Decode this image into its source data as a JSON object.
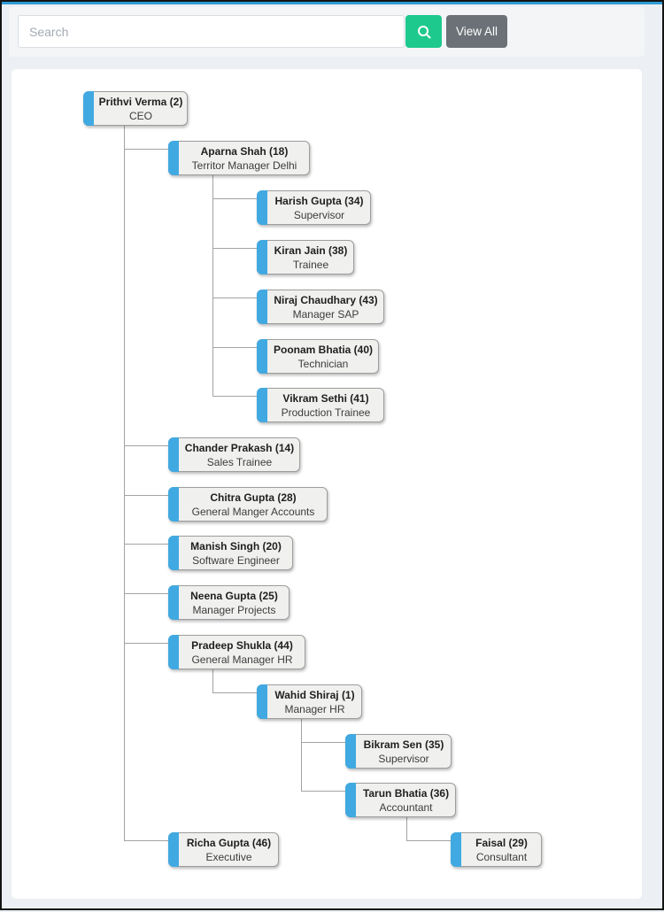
{
  "toolbar": {
    "search_placeholder": "Search",
    "view_all_label": "View All"
  },
  "colors": {
    "top_strip": "#2e9bd6",
    "accent_blue": "#41a9e1",
    "button_green": "#1ec98e",
    "button_gray": "#6b7177",
    "card_bg": "#f0f0ee",
    "card_border": "#9e9e9e",
    "connector": "#a3a3a3",
    "page_bg": "#eceff3",
    "toolbar_bg": "#f4f5f7",
    "panel_bg": "#ffffff"
  },
  "org_chart": {
    "levels_x": [
      92,
      188,
      288,
      388,
      507
    ],
    "rows_y": [
      101,
      157,
      213,
      269,
      325,
      381,
      436,
      492,
      548,
      603,
      659,
      715,
      771,
      827,
      882,
      938
    ],
    "nodes": [
      {
        "name": "Prithvi Verma (2)",
        "title": "CEO",
        "level": 0,
        "row": 0,
        "width": 118,
        "parent": null
      },
      {
        "name": "Aparna Shah (18)",
        "title": "Territor Manager Delhi",
        "level": 1,
        "row": 1,
        "width": 160,
        "parent": 0
      },
      {
        "name": "Harish Gupta (34)",
        "title": "Supervisor",
        "level": 2,
        "row": 2,
        "width": 129,
        "parent": 1
      },
      {
        "name": "Kiran Jain (38)",
        "title": "Trainee",
        "level": 2,
        "row": 3,
        "width": 110,
        "parent": 1
      },
      {
        "name": "Niraj Chaudhary (43)",
        "title": "Manager SAP",
        "level": 2,
        "row": 4,
        "width": 144,
        "parent": 1
      },
      {
        "name": "Poonam Bhatia (40)",
        "title": "Technician",
        "level": 2,
        "row": 5,
        "width": 138,
        "parent": 1
      },
      {
        "name": "Vikram Sethi (41)",
        "title": "Production Trainee",
        "level": 2,
        "row": 6,
        "width": 144,
        "parent": 1
      },
      {
        "name": "Chander Prakash (14)",
        "title": "Sales Trainee",
        "level": 1,
        "row": 7,
        "width": 149,
        "parent": 0
      },
      {
        "name": "Chitra Gupta (28)",
        "title": "General Manger Accounts",
        "level": 1,
        "row": 8,
        "width": 180,
        "parent": 0
      },
      {
        "name": "Manish Singh (20)",
        "title": "Software Engineer",
        "level": 1,
        "row": 9,
        "width": 141,
        "parent": 0
      },
      {
        "name": "Neena Gupta (25)",
        "title": "Manager Projects",
        "level": 1,
        "row": 10,
        "width": 137,
        "parent": 0
      },
      {
        "name": "Pradeep Shukla (44)",
        "title": "General Manager HR",
        "level": 1,
        "row": 11,
        "width": 155,
        "parent": 0
      },
      {
        "name": "Wahid Shiraj (1)",
        "title": "Manager HR",
        "level": 2,
        "row": 12,
        "width": 119,
        "parent": 11
      },
      {
        "name": "Bikram Sen (35)",
        "title": "Supervisor",
        "level": 3,
        "row": 13,
        "width": 120,
        "parent": 12
      },
      {
        "name": "Tarun Bhatia (36)",
        "title": "Accountant",
        "level": 3,
        "row": 14,
        "width": 125,
        "parent": 12
      },
      {
        "name": "Faisal (29)",
        "title": "Consultant",
        "level": 4,
        "row": 15,
        "width": 103,
        "parent": 14
      },
      {
        "name": "Richa Gupta (46)",
        "title": "Executive",
        "level": 1,
        "row": 15,
        "width": 125,
        "parent": 0
      }
    ]
  }
}
